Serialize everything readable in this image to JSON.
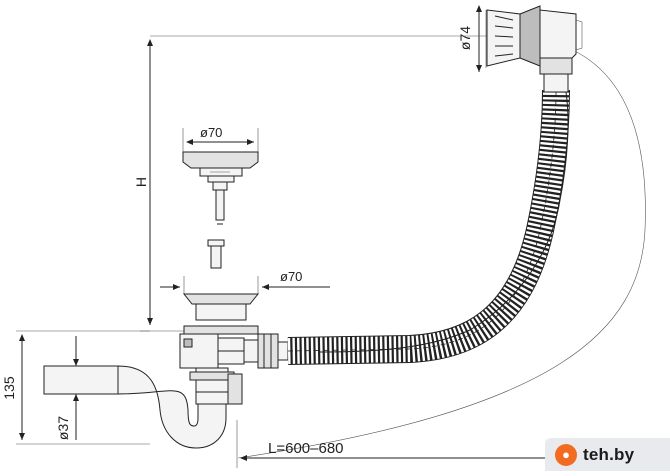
{
  "labels": {
    "overflow_diameter": "ø74",
    "stopper_diameter": "ø70",
    "drain_diameter": "ø70",
    "height": "H",
    "trap_height": "135",
    "pipe_diameter": "ø37",
    "length": "L=600–680"
  },
  "watermark": {
    "logo_glyph": "●",
    "text": "teh.by",
    "color": "#f36b21"
  }
}
